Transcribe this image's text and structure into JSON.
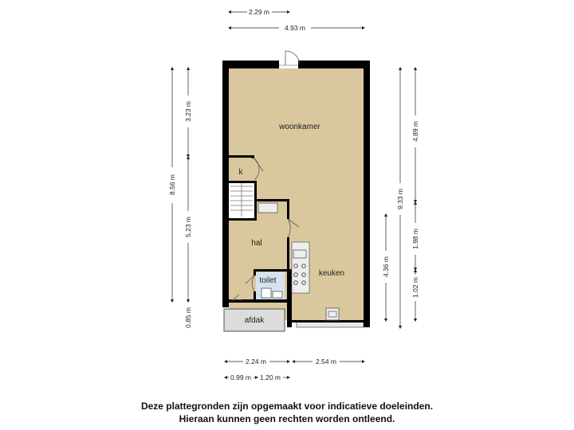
{
  "rooms": {
    "living": "woonkamer",
    "closet": "k",
    "hall": "hal",
    "toilet": "toilet",
    "kitchen": "keuken",
    "shed": "afdak"
  },
  "dimensions": {
    "top_inner": "2.29 m",
    "top_overall": "4.93 m",
    "left_overall": "8.56 m",
    "left_upper": "3.23 m",
    "left_lower": "5.23 m",
    "left_shed": "0.85 m",
    "right_overall": "9.33 m",
    "right_upper": "4.89 m",
    "right_kitchen": "4.36 m",
    "right_mid": "1.98 m",
    "right_low": "1.02 m",
    "bottom_left": "2.24 m",
    "bottom_right": "2.54 m",
    "bottom_small_a": "0.99 m",
    "bottom_small_b": "1.20 m"
  },
  "disclaimer": {
    "line1": "Deze plattegronden zijn opgemaakt voor indicatieve doeleinden.",
    "line2": "Hieraan kunnen geen rechten worden ontleend."
  },
  "colors": {
    "floor": "#d9c89d",
    "toilet_floor": "#d6e2ef",
    "wall": "#000000",
    "shed_floor": "#dcdcdc"
  }
}
